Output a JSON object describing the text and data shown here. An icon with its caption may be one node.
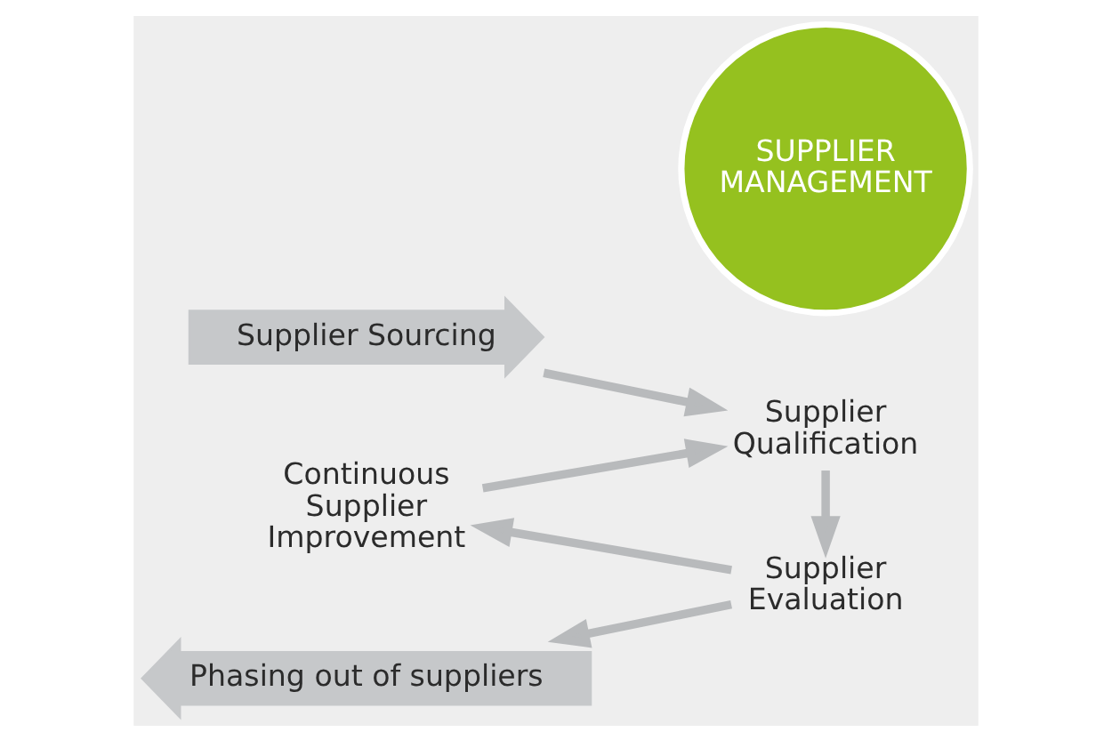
{
  "diagram": {
    "nodes": [
      {
        "text": [
          "Supplier Sourcing"
        ]
      },
      {
        "text": [
          "Supplier Qualification"
        ]
      },
      {
        "text": [
          "SUPPLIER MANAGEMENT"
        ]
      },
      {
        "text": [
          "Continuous Supplier Improvement"
        ]
      },
      {
        "text": [
          "Supplier Evaluation"
        ]
      },
      {
        "text": [
          "Phasing out of suppliers"
        ]
      }
    ],
    "edges": [
      {
        "from": 0,
        "to": 1,
        "arrow": "to"
      },
      {
        "from": 1,
        "to": 4,
        "arrow": "to"
      },
      {
        "from": 4,
        "to": 3,
        "arrow": "to"
      },
      {
        "from": 3,
        "to": 1,
        "arrow": "to"
      },
      {
        "from": 4,
        "to": 5,
        "arrow": "to"
      }
    ]
  }
}
